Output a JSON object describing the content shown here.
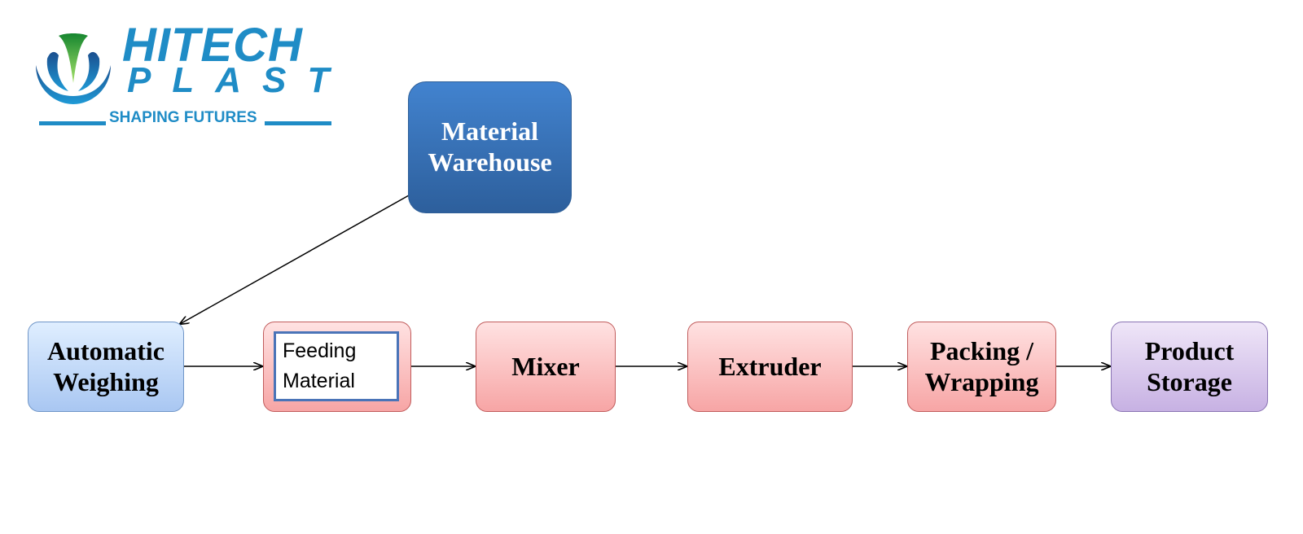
{
  "logo": {
    "word_top": "HITECH",
    "word_bottom": "PLAST",
    "tagline": "SHAPING FUTURES",
    "colors": {
      "blue": "#1f8cc6",
      "dark_blue": "#1b4f8f",
      "green": "#2aa84a"
    }
  },
  "nodes": {
    "warehouse": "Material\nWarehouse",
    "weighing": "Automatic\nWeighing",
    "feeding": "Feeding\nMaterial",
    "mixer": "Mixer",
    "extruder": "Extruder",
    "packing": "Packing /\nWrapping",
    "storage": "Product\nStorage"
  },
  "colors": {
    "warehouse": "#3a76c4",
    "process_blue": "#bcd6f7",
    "process_red": "#fbbcbc",
    "process_purple": "#d9c9ec",
    "arrow": "#000000"
  }
}
